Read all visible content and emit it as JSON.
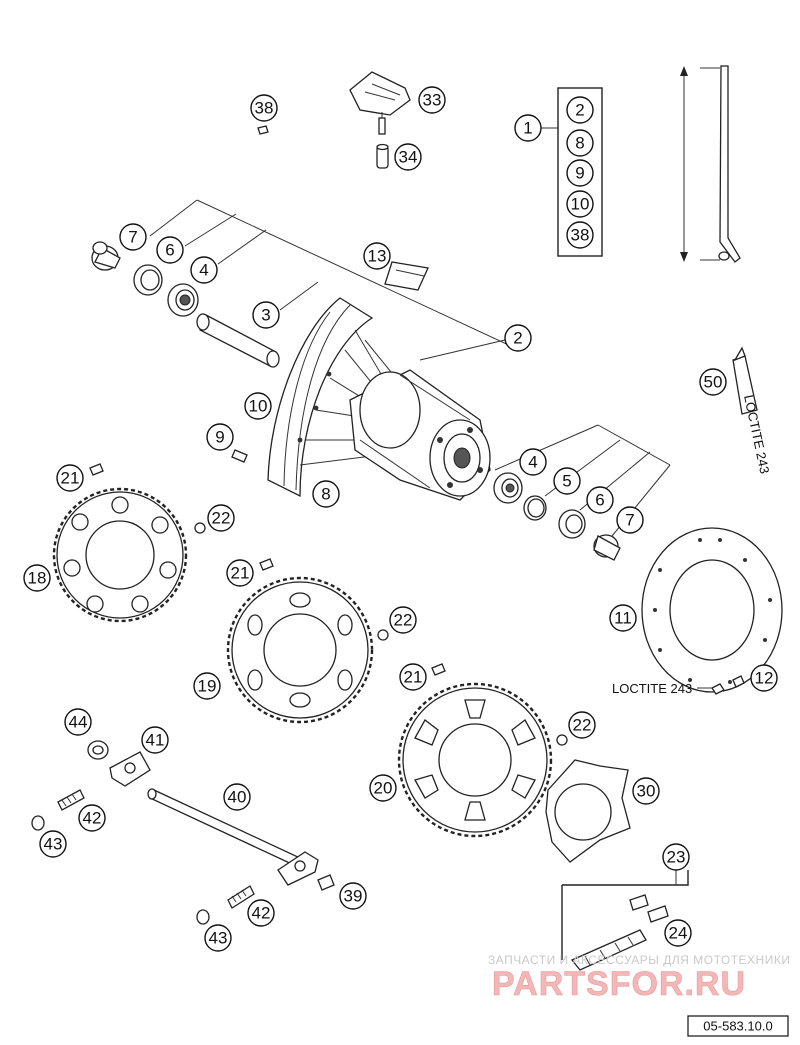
{
  "callouts": {
    "c1": "1",
    "c2a": "2",
    "c8a": "8",
    "c9a": "9",
    "c10a": "10",
    "c38a": "38",
    "c38": "38",
    "c33": "33",
    "c34": "34",
    "c7a": "7",
    "c6a": "6",
    "c4a": "4",
    "c3": "3",
    "c13": "13",
    "c2": "2",
    "c10": "10",
    "c9": "9",
    "c8": "8",
    "c4b": "4",
    "c5": "5",
    "c6b": "6",
    "c7b": "7",
    "c50": "50",
    "c21a": "21",
    "c22a": "22",
    "c18": "18",
    "c21b": "21",
    "c22b": "22",
    "c19": "19",
    "c11": "11",
    "c12": "12",
    "c21c": "21",
    "c22c": "22",
    "c20": "20",
    "c30": "30",
    "c44": "44",
    "c41": "41",
    "c40": "40",
    "c42a": "42",
    "c43a": "43",
    "c39": "39",
    "c42b": "42",
    "c43b": "43",
    "c23": "23",
    "c24": "24"
  },
  "labels": {
    "loctite": "LOCTITE 243",
    "tube_text": "LOCTITE 243"
  },
  "watermark": {
    "top": "ЗАПЧАСТИ И АКСЕССУАРЫ ДЛЯ МОТОТЕХНИКИ",
    "brand": "PARTSFOR.RU"
  },
  "document_number": "05-583.10.0",
  "colors": {
    "line": "#222222",
    "watermark_red": "#f4b7b7",
    "background": "#ffffff"
  }
}
